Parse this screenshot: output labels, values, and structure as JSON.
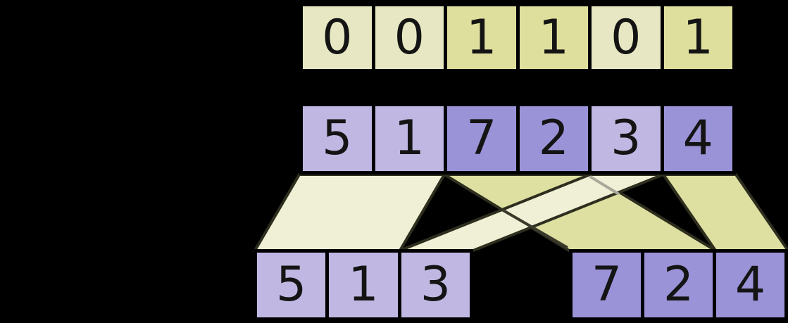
{
  "diagram_title": "partition-by-mask-array-diagram",
  "colors": {
    "background": "#000000",
    "border": "#000000",
    "digit": "#141414",
    "mask0_fill": "#e7e8c3",
    "mask1_fill": "#dedf9d",
    "value0_fill": "#c0b8e2",
    "value1_fill": "#9b93d8",
    "band_light": "#eff0d5",
    "band_dark": "#dee0a2",
    "band_stroke": "#2e2e1f",
    "band_stroke_ghost": "#a8a89a",
    "band_stroke_dim": "#3a3a2c"
  },
  "rows": {
    "mask": {
      "label": "mask-row",
      "cells": [
        {
          "v": "0",
          "tone": "tone-mask0"
        },
        {
          "v": "0",
          "tone": "tone-mask0"
        },
        {
          "v": "1",
          "tone": "tone-mask1"
        },
        {
          "v": "1",
          "tone": "tone-mask1"
        },
        {
          "v": "0",
          "tone": "tone-mask0"
        },
        {
          "v": "1",
          "tone": "tone-mask1"
        }
      ]
    },
    "input": {
      "label": "input-row",
      "cells": [
        {
          "v": "5",
          "tone": "tone-val0"
        },
        {
          "v": "1",
          "tone": "tone-val0"
        },
        {
          "v": "7",
          "tone": "tone-val1"
        },
        {
          "v": "2",
          "tone": "tone-val1"
        },
        {
          "v": "3",
          "tone": "tone-val0"
        },
        {
          "v": "4",
          "tone": "tone-val1"
        }
      ]
    },
    "out_left": {
      "label": "output-left-row",
      "cells": [
        {
          "v": "5",
          "tone": "tone-val0"
        },
        {
          "v": "1",
          "tone": "tone-val0"
        },
        {
          "v": "3",
          "tone": "tone-val0"
        }
      ]
    },
    "out_right": {
      "label": "output-right-row",
      "cells": [
        {
          "v": "7",
          "tone": "tone-val1"
        },
        {
          "v": "2",
          "tone": "tone-val1"
        },
        {
          "v": "4",
          "tone": "tone-val1"
        }
      ]
    }
  }
}
